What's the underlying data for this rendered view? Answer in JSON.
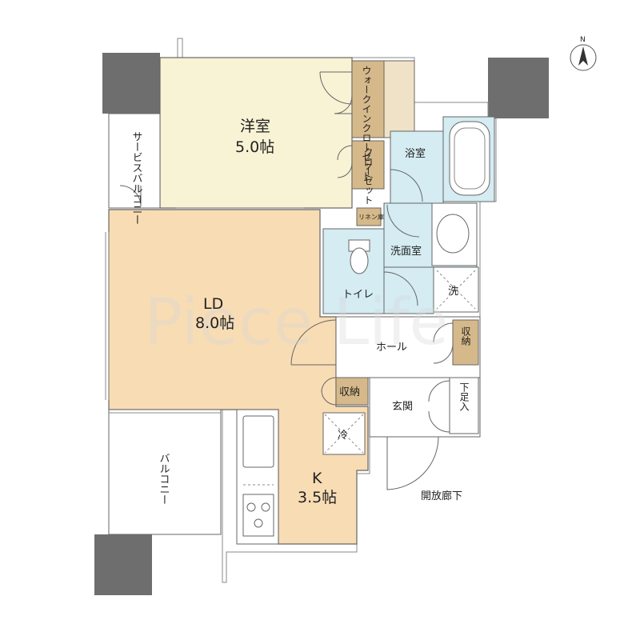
{
  "compass": {
    "label": "N"
  },
  "rooms": {
    "western_room": {
      "name": "洋室",
      "size": "5.0帖"
    },
    "ld": {
      "name": "LD",
      "size": "8.0帖"
    },
    "kitchen": {
      "name": "K",
      "size": "3.5帖"
    },
    "walk_in_closet": {
      "label": "ウォークインクローゼット"
    },
    "closet": {
      "label": "クローゼット"
    },
    "service_balcony": {
      "label": "サービスバルコニー"
    },
    "balcony": {
      "label": "バルコニー"
    },
    "bathroom": {
      "label": "浴室"
    },
    "washroom": {
      "label": "洗面室"
    },
    "toilet": {
      "label": "トイレ"
    },
    "linen": {
      "label": "リネン庫"
    },
    "washer": {
      "label": "洗"
    },
    "hall": {
      "label": "ホール"
    },
    "storage_hall": {
      "label": "収納"
    },
    "storage_ld": {
      "label": "収納"
    },
    "entrance": {
      "label": "玄関"
    },
    "shoe_box": {
      "label": "下足入"
    },
    "fridge": {
      "label": "冷"
    },
    "corridor": {
      "label": "開放廊下"
    }
  },
  "watermark": "Piece Life",
  "colors": {
    "western_room": "#f7f3d4",
    "ld_kitchen": "#f8dcb4",
    "storage": "#d6b98a",
    "wet_area": "#d4ecf2",
    "wall_dark": "#6e6e6e",
    "outline": "#666666"
  }
}
